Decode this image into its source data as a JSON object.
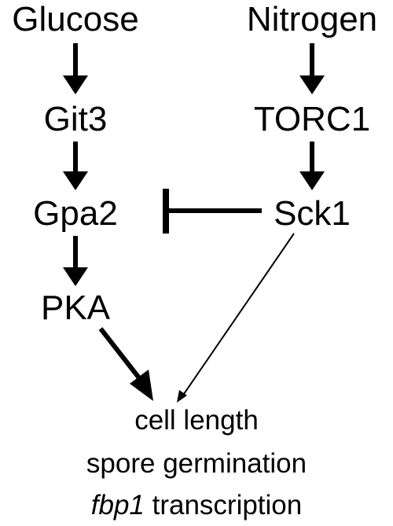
{
  "nodes": {
    "glucose": "Glucose",
    "nitrogen": "Nitrogen",
    "git3": "Git3",
    "torc1": "TORC1",
    "gpa2": "Gpa2",
    "sck1": "Sck1",
    "pka": "PKA"
  },
  "outcomes": {
    "line1": "cell length",
    "line2": "spore germination",
    "line3_gene": "fbp1",
    "line3_rest": " transcription"
  },
  "edges": [
    {
      "from": "glucose",
      "to": "git3",
      "type": "activation"
    },
    {
      "from": "git3",
      "to": "gpa2",
      "type": "activation"
    },
    {
      "from": "gpa2",
      "to": "pka",
      "type": "activation"
    },
    {
      "from": "pka",
      "to": "outcomes",
      "type": "activation"
    },
    {
      "from": "nitrogen",
      "to": "torc1",
      "type": "activation"
    },
    {
      "from": "torc1",
      "to": "sck1",
      "type": "activation"
    },
    {
      "from": "sck1",
      "to": "gpa2",
      "type": "inhibition"
    },
    {
      "from": "sck1",
      "to": "outcomes",
      "type": "weak-activation"
    }
  ]
}
